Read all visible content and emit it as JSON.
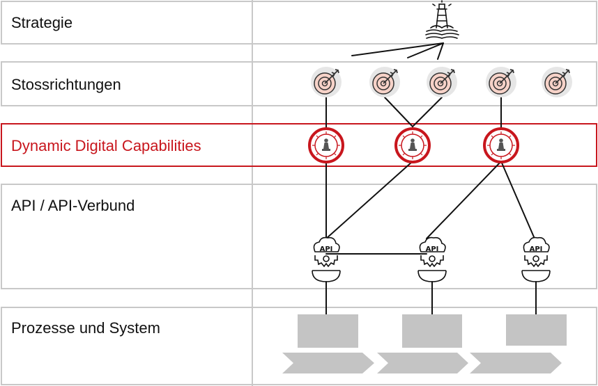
{
  "rows": {
    "strategie": "Strategie",
    "stossrichtungen": "Stossrichtungen",
    "capabilities": "Dynamic Digital Capabilities",
    "api": "API / API-Verbund",
    "prozesse": "Prozesse und System"
  },
  "api_icon_label": "API",
  "colors": {
    "accent_red": "#c8161d",
    "grid_gray": "#c8c8c8",
    "target_fill": "#f6d2c8",
    "target_bg": "#e6e6e6",
    "process_gray": "#c4c4c4"
  },
  "icons": {
    "strategie": "lighthouse-icon",
    "stossrichtungen": "target-arrow-icon",
    "capabilities": "chess-pawn-network-icon",
    "api": "api-cloud-gear-icon",
    "prozesse": "process-box-icon"
  }
}
